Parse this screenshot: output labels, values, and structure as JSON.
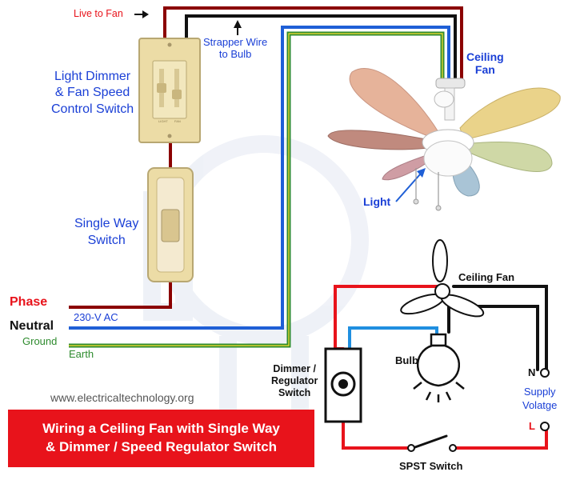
{
  "labels": {
    "live_to_fan": "Live to Fan",
    "strapper_wire": "Strapper Wire",
    "to_bulb": "to Bulb",
    "light_dimmer_1": "Light Dimmer",
    "light_dimmer_2": "& Fan Speed",
    "light_dimmer_3": "Control Switch",
    "single_way_1": "Single Way",
    "single_way_2": "Switch",
    "ceiling_fan_1": "Ceiling",
    "ceiling_fan_2": "Fan",
    "light": "Light",
    "phase": "Phase",
    "neutral": "Neutral",
    "ground": "Ground",
    "ac_230": "230-V AC",
    "earth": "Earth",
    "website": "www.electricaltechnology.org",
    "schematic_ceiling_fan": "Ceiling Fan",
    "bulb": "Bulb",
    "dimmer_1": "Dimmer /",
    "dimmer_2": "Regulator",
    "dimmer_3": "Switch",
    "n_terminal": "N",
    "l_terminal": "L",
    "supply_1": "Supply",
    "supply_2": "Volatge",
    "spst_switch": "SPST Switch",
    "plate_text_left": "LIGHT",
    "plate_text_right": "FAN"
  },
  "title": {
    "line1": "Wiring a Ceiling Fan with Single Way",
    "line2": "& Dimmer / Speed Regulator Switch"
  },
  "colors": {
    "live": "#8b0000",
    "neutral": "#111111",
    "strapper": "#1f5fd6",
    "ground": "#2e8b2e",
    "phase_label": "#e8131b",
    "label_blue": "#1a3fd6",
    "title_bg": "#e8131b"
  }
}
